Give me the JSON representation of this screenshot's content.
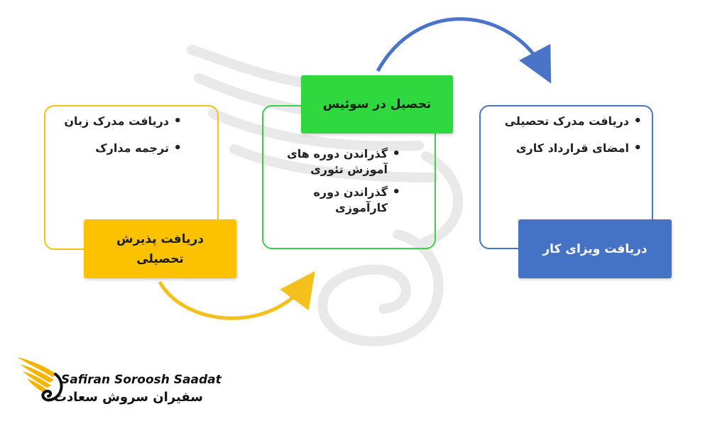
{
  "steps": [
    {
      "label": "دریافت پذیرش تحصیلی",
      "bullets": [
        "دریافت مدرک زبان",
        "ترجمه مدارک"
      ],
      "color": "#fcc200"
    },
    {
      "label": "تحصیل در سوئیس",
      "bullets": [
        "گذراندن دوره های آموزش تئوری",
        "گذراندن دوره کارآموزی"
      ],
      "color": "#2fd83e"
    },
    {
      "label": "دریافت ویزای کار",
      "bullets": [
        "دریافت مدرک تحصیلی",
        "امضای قرارداد کاری"
      ],
      "color": "#4472c4"
    }
  ],
  "arrows": [
    {
      "from": "دریافت پذیرش تحصیلی",
      "to": "تحصیل در سوئیس",
      "color": "#f4c01e"
    },
    {
      "from": "تحصیل در سوئیس",
      "to": "دریافت ویزای کار",
      "color": "#4a74c8"
    }
  ],
  "logo": {
    "latin": "Safiran Soroosh Saadat",
    "persian": "سفیران سروش سعادت",
    "icon": "wing-icon"
  }
}
